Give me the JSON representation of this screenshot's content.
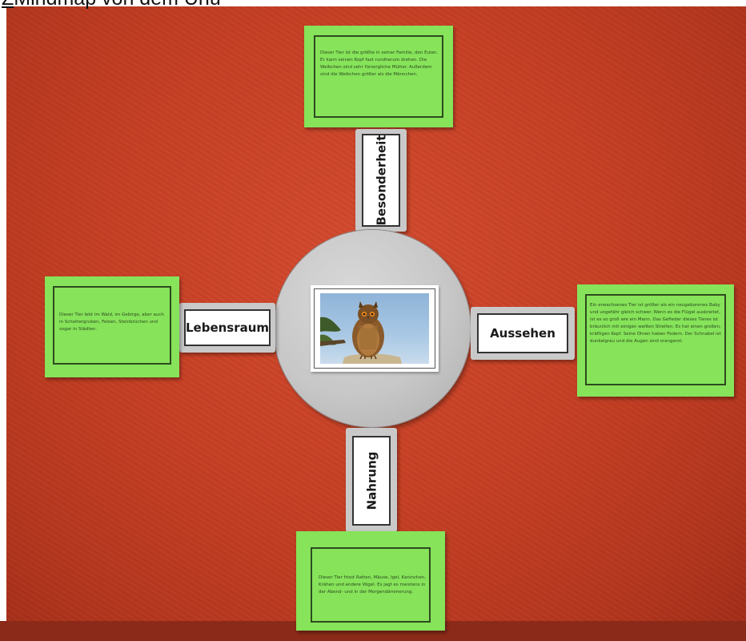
{
  "caption": {
    "underlined": "Z",
    "text": "Mindmap von dem Uhu"
  },
  "center": {
    "image_subject": "owl-photo"
  },
  "labels": {
    "top": "Besonderheit",
    "left": "Lebensraum",
    "right": "Aussehen",
    "bottom": "Nahrung"
  },
  "cards": {
    "top": "Dieser Tier ist die größte in seiner Familie, den Eulen. Er kann seinen Kopf fast rundherum drehen. Die Weibchen sind sehr fürsorgliche Mütter. Außerdem sind die Weibchen größer als die Männchen.",
    "left": "Dieser Tier lebt im Wald, im Gebirge, aber auch in Schottergruben, Felsen, Steinbrüchen und sogar in Städten.",
    "right": "Ein erwachsenes Tier ist größer als ein neugeborenes Baby und ungefähr gleich schwer. Wenn es die Flügel ausbreitet, ist es so groß wie ein Mann. Das Gefieder dieses Tieres ist bräunlich mit einigen weißen Streifen. Es hat einen großen, kräftigen Kopf. Seine Ohren haben Federn. Der Schnabel ist dunkelgrau und die Augen sind orangerot.",
    "bottom": "Dieser Tier frisst Ratten, Mäuse, Igel, Kaninchen, Krähen und andere Vögel. Es jagt es meistens in der Abend- und in der Morgendämmerung."
  },
  "colors": {
    "carpet": "#c63f24",
    "card_green": "#86e35a",
    "disc_gray": "#c7c7c7"
  }
}
